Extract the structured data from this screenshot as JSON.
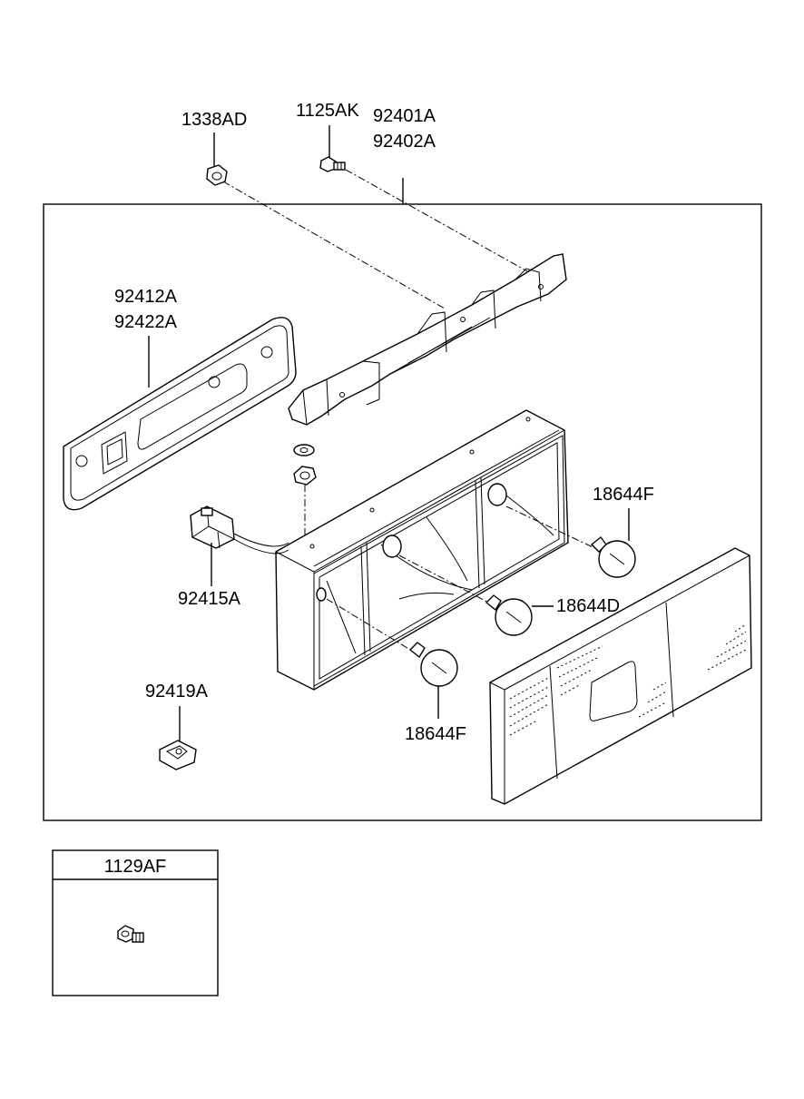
{
  "callouts": {
    "nut_1338AD": "1338AD",
    "bolt_1125AK": "1125AK",
    "bracket_92401A": "92401A",
    "bracket_92402A": "92402A",
    "gasket_92412A": "92412A",
    "gasket_92422A": "92422A",
    "socket_92415A": "92415A",
    "bulb_18644F_upper": "18644F",
    "bulb_18644D": "18644D",
    "bulb_18644F_lower": "18644F",
    "clip_92419A": "92419A",
    "screw_1129AF": "1129AF"
  }
}
